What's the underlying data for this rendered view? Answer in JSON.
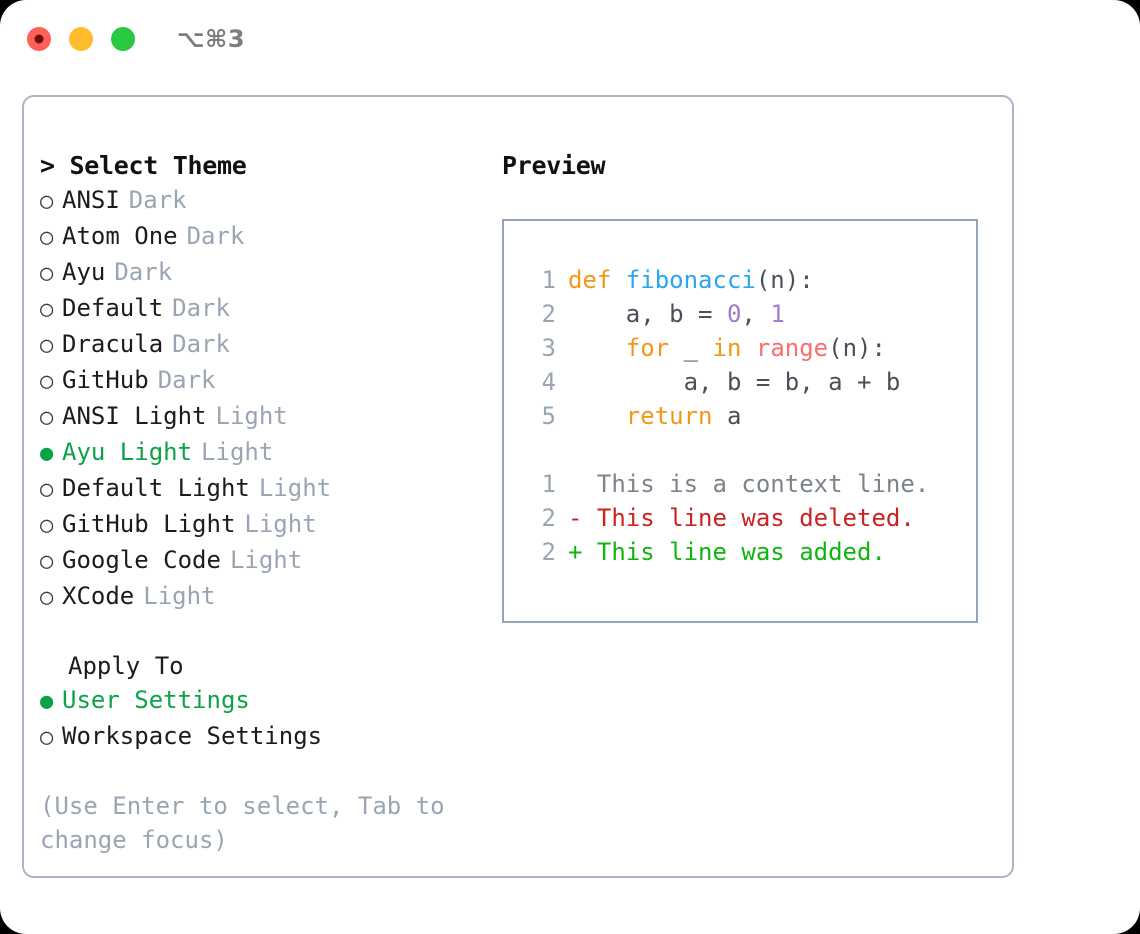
{
  "titlebar": {
    "shortcut_label": "⌥⌘3",
    "lights": [
      "close-red",
      "minimize-yellow",
      "maximize-green"
    ]
  },
  "theme_section": {
    "title": "> Select Theme",
    "options": [
      {
        "bullet": "○",
        "label": "ANSI",
        "tag": "Dark",
        "selected": false
      },
      {
        "bullet": "○",
        "label": "Atom One",
        "tag": "Dark",
        "selected": false
      },
      {
        "bullet": "○",
        "label": "Ayu",
        "tag": "Dark",
        "selected": false
      },
      {
        "bullet": "○",
        "label": "Default",
        "tag": "Dark",
        "selected": false
      },
      {
        "bullet": "○",
        "label": "Dracula",
        "tag": "Dark",
        "selected": false
      },
      {
        "bullet": "○",
        "label": "GitHub",
        "tag": "Dark",
        "selected": false
      },
      {
        "bullet": "○",
        "label": "ANSI Light",
        "tag": "Light",
        "selected": false
      },
      {
        "bullet": "●",
        "label": "Ayu Light",
        "tag": "Light",
        "selected": true
      },
      {
        "bullet": "○",
        "label": "Default Light",
        "tag": "Light",
        "selected": false
      },
      {
        "bullet": "○",
        "label": "GitHub Light",
        "tag": "Light",
        "selected": false
      },
      {
        "bullet": "○",
        "label": "Google Code",
        "tag": "Light",
        "selected": false
      },
      {
        "bullet": "○",
        "label": "XCode",
        "tag": "Light",
        "selected": false
      }
    ]
  },
  "apply_section": {
    "title": "Apply To",
    "options": [
      {
        "bullet": "●",
        "label": "User Settings",
        "selected": true
      },
      {
        "bullet": "○",
        "label": "Workspace Settings",
        "selected": false
      }
    ]
  },
  "hint": "(Use Enter to select, Tab to change focus)",
  "preview": {
    "title": "Preview",
    "code_lines": [
      {
        "num": "1",
        "tokens": [
          {
            "t": "def ",
            "c": "kw"
          },
          {
            "t": "fibonacci",
            "c": "fn"
          },
          {
            "t": "(n):",
            "c": "punc"
          }
        ]
      },
      {
        "num": "2",
        "tokens": [
          {
            "t": "    a, b = ",
            "c": "txt"
          },
          {
            "t": "0",
            "c": "num"
          },
          {
            "t": ", ",
            "c": "txt"
          },
          {
            "t": "1",
            "c": "num"
          }
        ]
      },
      {
        "num": "3",
        "tokens": [
          {
            "t": "    ",
            "c": "txt"
          },
          {
            "t": "for",
            "c": "kw"
          },
          {
            "t": " _ ",
            "c": "txt"
          },
          {
            "t": "in",
            "c": "kw"
          },
          {
            "t": " ",
            "c": "txt"
          },
          {
            "t": "range",
            "c": "bi"
          },
          {
            "t": "(n):",
            "c": "punc"
          }
        ]
      },
      {
        "num": "4",
        "tokens": [
          {
            "t": "        a, b = b, a + b",
            "c": "txt"
          }
        ]
      },
      {
        "num": "5",
        "tokens": [
          {
            "t": "    ",
            "c": "txt"
          },
          {
            "t": "return",
            "c": "kw"
          },
          {
            "t": " a",
            "c": "txt"
          }
        ]
      }
    ],
    "diff_lines": [
      {
        "num": "1",
        "marker": " ",
        "text": " This is a context line.",
        "kind": "ctx"
      },
      {
        "num": "2",
        "marker": "-",
        "text": " This line was deleted.",
        "kind": "del"
      },
      {
        "num": "2",
        "marker": "+",
        "text": " This line was added.",
        "kind": "add"
      }
    ]
  },
  "colors": {
    "accent_green": "#0ca348",
    "muted": "#9aa5b4",
    "keyword": "#f29718",
    "function": "#2aa6f0",
    "number": "#a37acc",
    "builtin": "#fa6e6e",
    "diff_delete": "#cc2222",
    "diff_add": "#11b411",
    "panel_border": "#aab4c4",
    "preview_border": "#94a3b8"
  }
}
